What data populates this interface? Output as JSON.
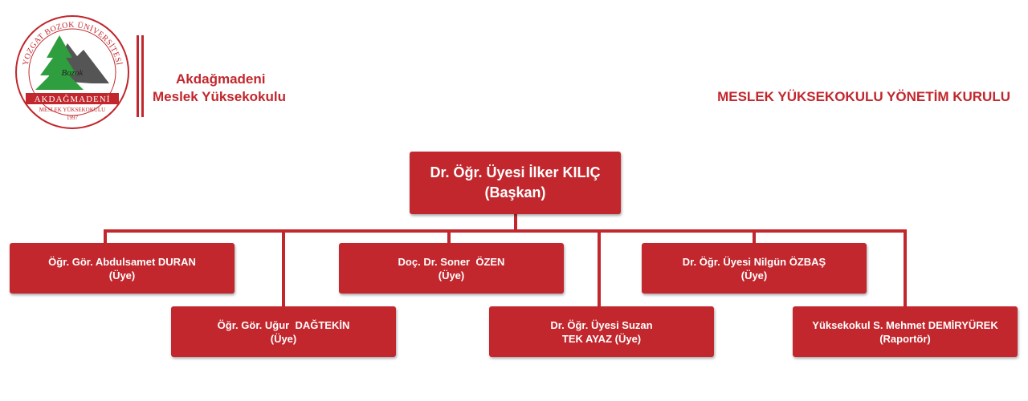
{
  "header": {
    "logo": {
      "arc_text": "YOZGAT BOZOK ÜNİVERSİTESİ",
      "band_text": "AKDAĞMADENİ",
      "sub_text": "MESLEK YÜKSEKOKULU",
      "year": "1997",
      "script_text": "Bozok",
      "colors": {
        "red": "#c1272d",
        "green": "#2e9e3e",
        "gray": "#555555"
      }
    },
    "school_line1": "Akdağmadeni",
    "school_line2": "Meslek Yüksekokulu",
    "board_title": "MESLEK YÜKSEKOKULU YÖNETİM KURULU"
  },
  "colors": {
    "accent": "#c1272d",
    "text_on_accent": "#ffffff"
  },
  "chairman": {
    "name": "Dr. Öğr. Üyesi İlker KILIÇ",
    "role": "(Başkan)"
  },
  "members": [
    {
      "line1": "Öğr. Gör. Abdulsamet DURAN",
      "line2": "(Üye)"
    },
    {
      "line1": "Öğr. Gör. Uğur  DAĞTEKİN",
      "line2": "(Üye)"
    },
    {
      "line1": "Doç. Dr. Soner  ÖZEN",
      "line2": "(Üye)"
    },
    {
      "line1": "Dr. Öğr. Üyesi Suzan",
      "line2": "TEK AYAZ (Üye)"
    },
    {
      "line1": "Dr. Öğr. Üyesi Nilgün ÖZBAŞ",
      "line2": "(Üye)"
    },
    {
      "line1": "Yüksekokul S. Mehmet DEMİRYÜREK",
      "line2": "(Raportör)"
    }
  ]
}
